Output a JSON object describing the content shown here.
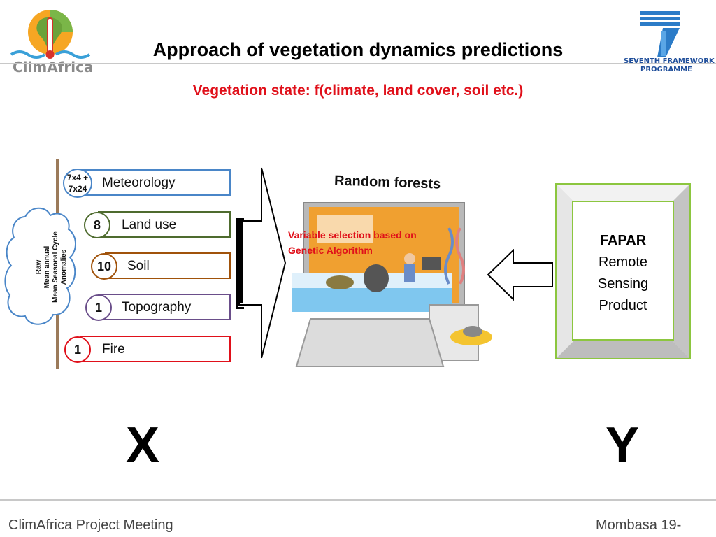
{
  "header": {
    "title": "Approach of vegetation dynamics predictions",
    "subtitle": "Vegetation state: f(climate, land  cover, soil etc.)",
    "left_logo_text": "ClimAfrica",
    "right_logo_text_1": "SEVENTH FRAMEWORK",
    "right_logo_text_2": "PROGRAMME"
  },
  "predictors": [
    {
      "count": "7x4 + 7x24",
      "count_line1": "7x4 +",
      "count_line2": "7x24",
      "label": "Meteorology",
      "color": "#4a86c8"
    },
    {
      "count": "8",
      "label": "Land use",
      "color": "#4e6b2e"
    },
    {
      "count": "10",
      "label": "Soil",
      "color": "#a0520a"
    },
    {
      "count": "1",
      "label": "Topography",
      "color": "#6a4e8a"
    },
    {
      "count": "1",
      "label": "Fire",
      "color": "#e0101a"
    }
  ],
  "cloud": {
    "line1": "Raw",
    "line2": "Mean annual",
    "line3": "Mean Seasonal Cycle",
    "line4": "Anomalies"
  },
  "model": {
    "title": "Random forests",
    "note_line1": "Variable selection based on",
    "note_line2": "Genetic Algorithm"
  },
  "target": {
    "line1": "FAPAR",
    "line2": "Remote",
    "line3": "Sensing",
    "line4": "Product",
    "border_color": "#8cc63f"
  },
  "labels": {
    "x": "X",
    "y": "Y"
  },
  "footer": {
    "left": "ClimAfrica Project Meeting",
    "right": "Mombasa 19-"
  },
  "colors": {
    "accent_red": "#e0101a"
  }
}
